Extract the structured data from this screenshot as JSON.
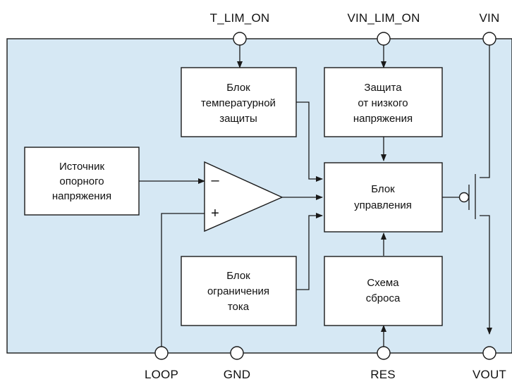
{
  "colors": {
    "chip_fill": "#d6e8f4",
    "chip_stroke": "#1a1a1a",
    "box_fill": "#ffffff"
  },
  "pins": {
    "t_lim_on": "T_LIM_ON",
    "vin_lim_on": "VIN_LIM_ON",
    "vin": "VIN",
    "loop": "LOOP",
    "gnd": "GND",
    "res": "RES",
    "vout": "VOUT"
  },
  "blocks": {
    "thermal": [
      "Блок",
      "температурной",
      "защиты"
    ],
    "undervoltage": [
      "Защита",
      "от низкого",
      "напряжения"
    ],
    "reference": [
      "Источник",
      "опорного",
      "напряжения"
    ],
    "control": [
      "Блок",
      "управления"
    ],
    "current_limit": [
      "Блок",
      "ограничения",
      "тока"
    ],
    "reset": [
      "Схема",
      "сброса"
    ]
  },
  "comparator": {
    "minus": "–",
    "plus": "+"
  }
}
